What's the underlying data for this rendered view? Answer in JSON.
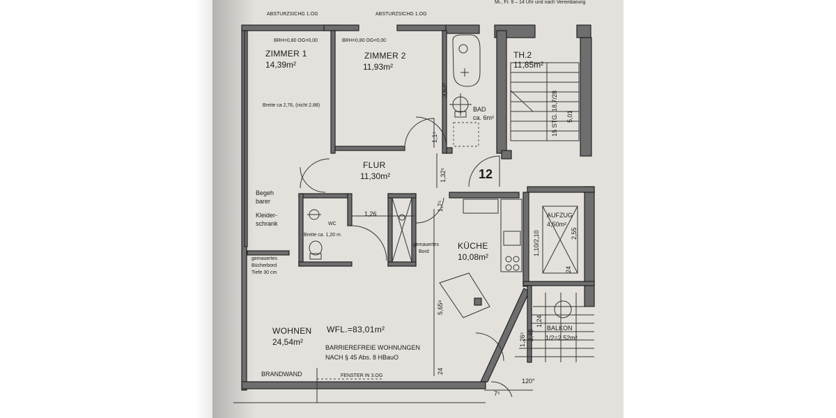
{
  "header": {
    "note": "Mi., Fr. 9 – 14 Uhr und nach Vereinbarung",
    "absturz_1": "ABSTURZSICHG 1.OG",
    "absturz_2": "ABSTURZSICHG 1.OG",
    "brh_1": "BRH=0,80 OG=0,00",
    "brh_2": "BRH=0,80 OG=0,00"
  },
  "apartment_number": "12",
  "rooms": {
    "zimmer1": {
      "name": "ZIMMER 1",
      "area": "14,39m²",
      "note": "Breite ca 2,76, (nicht 2,88)"
    },
    "zimmer2": {
      "name": "ZIMMER 2",
      "area": "11,93m²"
    },
    "bad": {
      "name": "BAD",
      "area": "ca. 6m²"
    },
    "th2": {
      "name": "TH.2",
      "area": "11,85m²"
    },
    "flur": {
      "name": "FLUR",
      "area": "11,30m²"
    },
    "wc": {
      "name": "WC",
      "note": "Breite ca. 1,20 m"
    },
    "kueche": {
      "name": "KÜCHE",
      "area": "10,08m²"
    },
    "aufzug": {
      "name": "AUFZUG",
      "area": "4,50m²"
    },
    "balkon": {
      "name": "BALKON",
      "area": "1/2=2,52m²"
    },
    "wohnen": {
      "name": "WOHNEN",
      "area": "24,54m²"
    }
  },
  "annotations": {
    "kleiderschrank_1": "Begeh",
    "kleiderschrank_2": "barer",
    "kleiderschrank_3": "Kleider-",
    "kleiderschrank_4": "schrank",
    "buecherbord_1": "gemauertes",
    "buecherbord_2": "Bücherbord",
    "buecherbord_3": "Tiefe 30 cm",
    "bord_1": "gemauertes",
    "bord_2": "Bord",
    "wfl": "WFL.=83,01m²",
    "barrierefrei_1": "BARRIEREFREIE WOHNUNGEN",
    "barrierefrei_2": "NACH § 45 Abs. 8 HBauO",
    "brandwand": "BRANDWAND",
    "fenster": "FENSTER IN 3.OG",
    "angle": "120°"
  },
  "dimensions": {
    "d_363": "3,63⁵",
    "d_115": "1,1⁵",
    "d_1325": "1,32⁵",
    "d_175": "1,7⁵",
    "d_126": "1,26",
    "d_565": "5,65⁸",
    "d_24": "24",
    "d_1102": "1,10/2,10",
    "d_255": "2,55",
    "d_24b": "24",
    "d_stairs": "15 STG. 18,7/28",
    "d_501": "5,01",
    "d_75": "7⁵",
    "d_1265": "1,26⁵",
    "d_240": "2,40",
    "d_124": "1,24"
  },
  "colors": {
    "paper": "#e4e1dc",
    "wall_fill": "#6e6e6e",
    "ink": "#1a1a1a"
  }
}
